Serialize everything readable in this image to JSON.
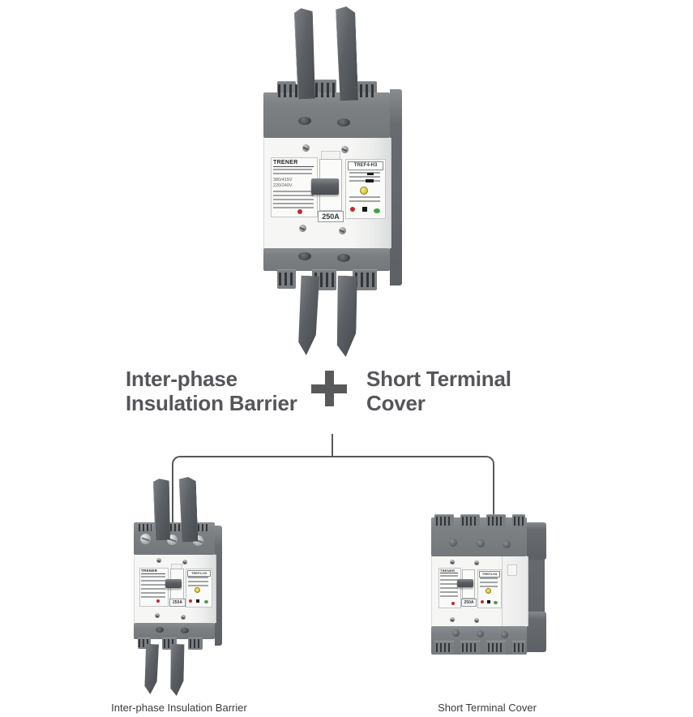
{
  "page": {
    "background": "#ffffff"
  },
  "heading": {
    "left_line1": "Inter-phase",
    "left_line2": "Insulation Barrier",
    "plus_icon": "plus",
    "right_line1": "Short Terminal",
    "right_line2": "Cover"
  },
  "captions": {
    "left": "Inter-phase Insulation Barrier",
    "right": "Short Terminal Cover"
  },
  "product": {
    "brand": "TRENER",
    "model": "TREF4-H3",
    "rating": "250A",
    "voltage_line1": "380/415V",
    "voltage_line2": "220/240V"
  },
  "colors": {
    "heading_text": "#55565a",
    "caption_text": "#3a3b3d",
    "connector_line": "#55585b",
    "cap_gray": "#7e8285",
    "side_gray": "#63676b",
    "blade_gray": "#53575b",
    "body_white": "#f5f5f3",
    "indicator_red": "#c62828",
    "trip_button_yellow": "#e3cd3e",
    "indicator_green": "#43a047"
  }
}
